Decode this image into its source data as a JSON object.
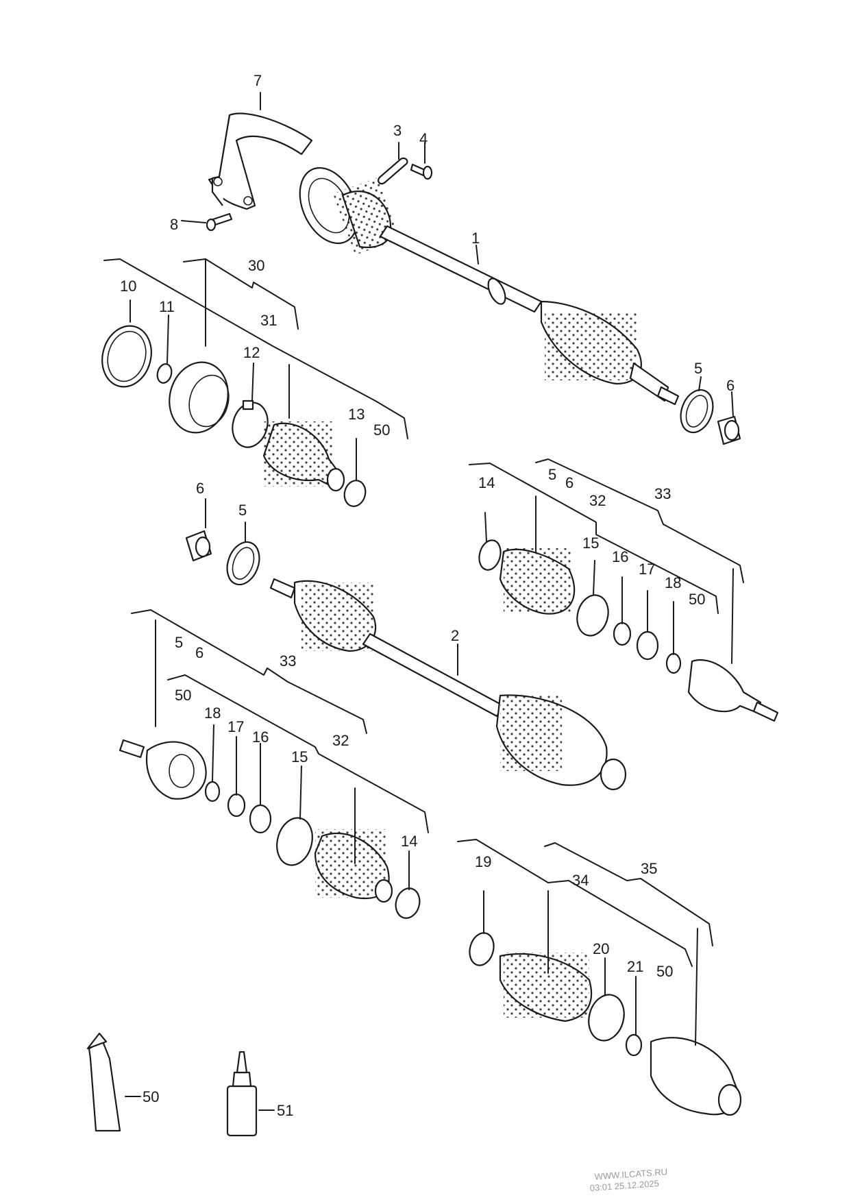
{
  "callouts": {
    "c1": "1",
    "c2": "2",
    "c3": "3",
    "c4": "4",
    "c5a": "5",
    "c5b": "5",
    "c5c": "5",
    "c5d": "5",
    "c6a": "6",
    "c6b": "6",
    "c6c": "6",
    "c6d": "6",
    "c7": "7",
    "c8": "8",
    "c10": "10",
    "c11": "11",
    "c12": "12",
    "c13": "13",
    "c14a": "14",
    "c14b": "14",
    "c15a": "15",
    "c15b": "15",
    "c16a": "16",
    "c16b": "16",
    "c17a": "17",
    "c17b": "17",
    "c18a": "18",
    "c18b": "18",
    "c19": "19",
    "c20": "20",
    "c21": "21",
    "c30": "30",
    "c31": "31",
    "c32a": "32",
    "c32b": "32",
    "c33a": "33",
    "c33b": "33",
    "c34": "34",
    "c35": "35",
    "c50a": "50",
    "c50b": "50",
    "c50c": "50",
    "c50d": "50",
    "c50e": "50",
    "c51": "51"
  },
  "watermark": {
    "line1": "WWW.ILCATS.RU",
    "line2": "03:01 25.12.2025"
  }
}
